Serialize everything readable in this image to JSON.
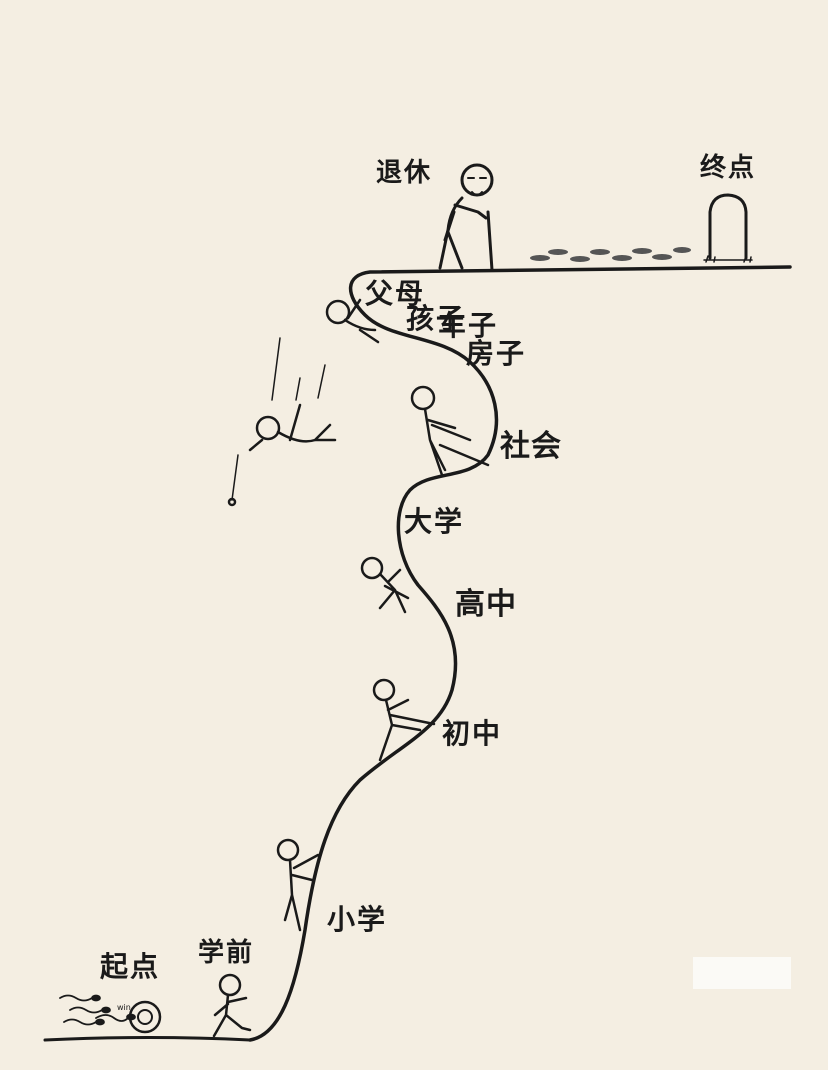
{
  "labels": {
    "start": "起点",
    "preschool": "学前",
    "primary": "小学",
    "junior_high": "初中",
    "senior_high": "高中",
    "university": "大学",
    "society": "社会",
    "house": "房子",
    "car": "车子",
    "children": "孩子",
    "parents": "父母",
    "retire": "退休",
    "finish": "终点",
    "sperm_tag": "win"
  },
  "colors": {
    "paper": "#f4eee2",
    "ink": "#1a1a1a"
  }
}
